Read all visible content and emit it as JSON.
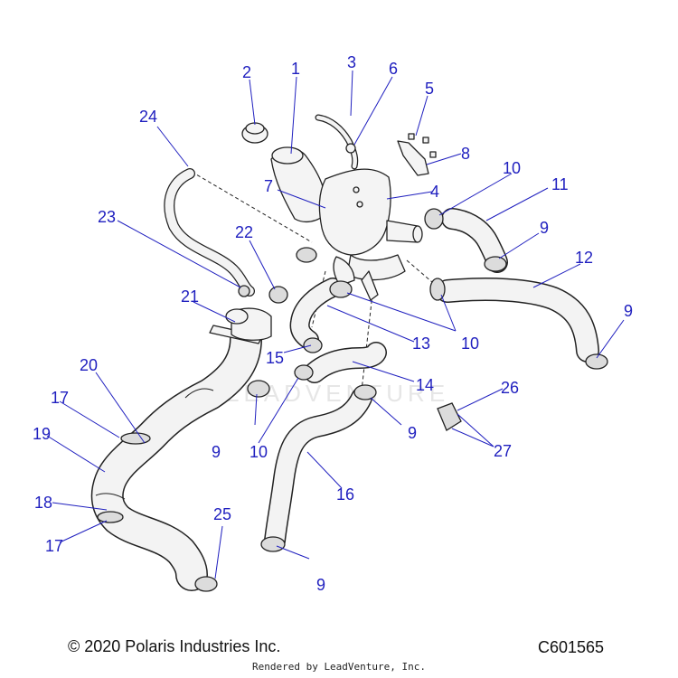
{
  "diagram": {
    "watermark": "LEADVENTURE",
    "callouts": [
      {
        "id": "c1",
        "label": "1"
      },
      {
        "id": "c2",
        "label": "2"
      },
      {
        "id": "c3",
        "label": "3"
      },
      {
        "id": "c4",
        "label": "4"
      },
      {
        "id": "c5",
        "label": "5"
      },
      {
        "id": "c6",
        "label": "6"
      },
      {
        "id": "c7",
        "label": "7"
      },
      {
        "id": "c8",
        "label": "8"
      },
      {
        "id": "c9a",
        "label": "9"
      },
      {
        "id": "c9b",
        "label": "9"
      },
      {
        "id": "c9c",
        "label": "9"
      },
      {
        "id": "c9d",
        "label": "9"
      },
      {
        "id": "c9e",
        "label": "9"
      },
      {
        "id": "c10a",
        "label": "10"
      },
      {
        "id": "c10b",
        "label": "10"
      },
      {
        "id": "c10c",
        "label": "10"
      },
      {
        "id": "c11",
        "label": "11"
      },
      {
        "id": "c12",
        "label": "12"
      },
      {
        "id": "c13",
        "label": "13"
      },
      {
        "id": "c14",
        "label": "14"
      },
      {
        "id": "c15",
        "label": "15"
      },
      {
        "id": "c16",
        "label": "16"
      },
      {
        "id": "c17a",
        "label": "17"
      },
      {
        "id": "c17b",
        "label": "17"
      },
      {
        "id": "c18",
        "label": "18"
      },
      {
        "id": "c19",
        "label": "19"
      },
      {
        "id": "c20",
        "label": "20"
      },
      {
        "id": "c21",
        "label": "21"
      },
      {
        "id": "c22",
        "label": "22"
      },
      {
        "id": "c23",
        "label": "23"
      },
      {
        "id": "c24",
        "label": "24"
      },
      {
        "id": "c25",
        "label": "25"
      },
      {
        "id": "c26",
        "label": "26"
      },
      {
        "id": "c27",
        "label": "27"
      }
    ]
  },
  "footer": {
    "copyright": "© 2020 Polaris Industries Inc.",
    "code": "C601565",
    "rendered_by": "Rendered by LeadVenture, Inc."
  }
}
